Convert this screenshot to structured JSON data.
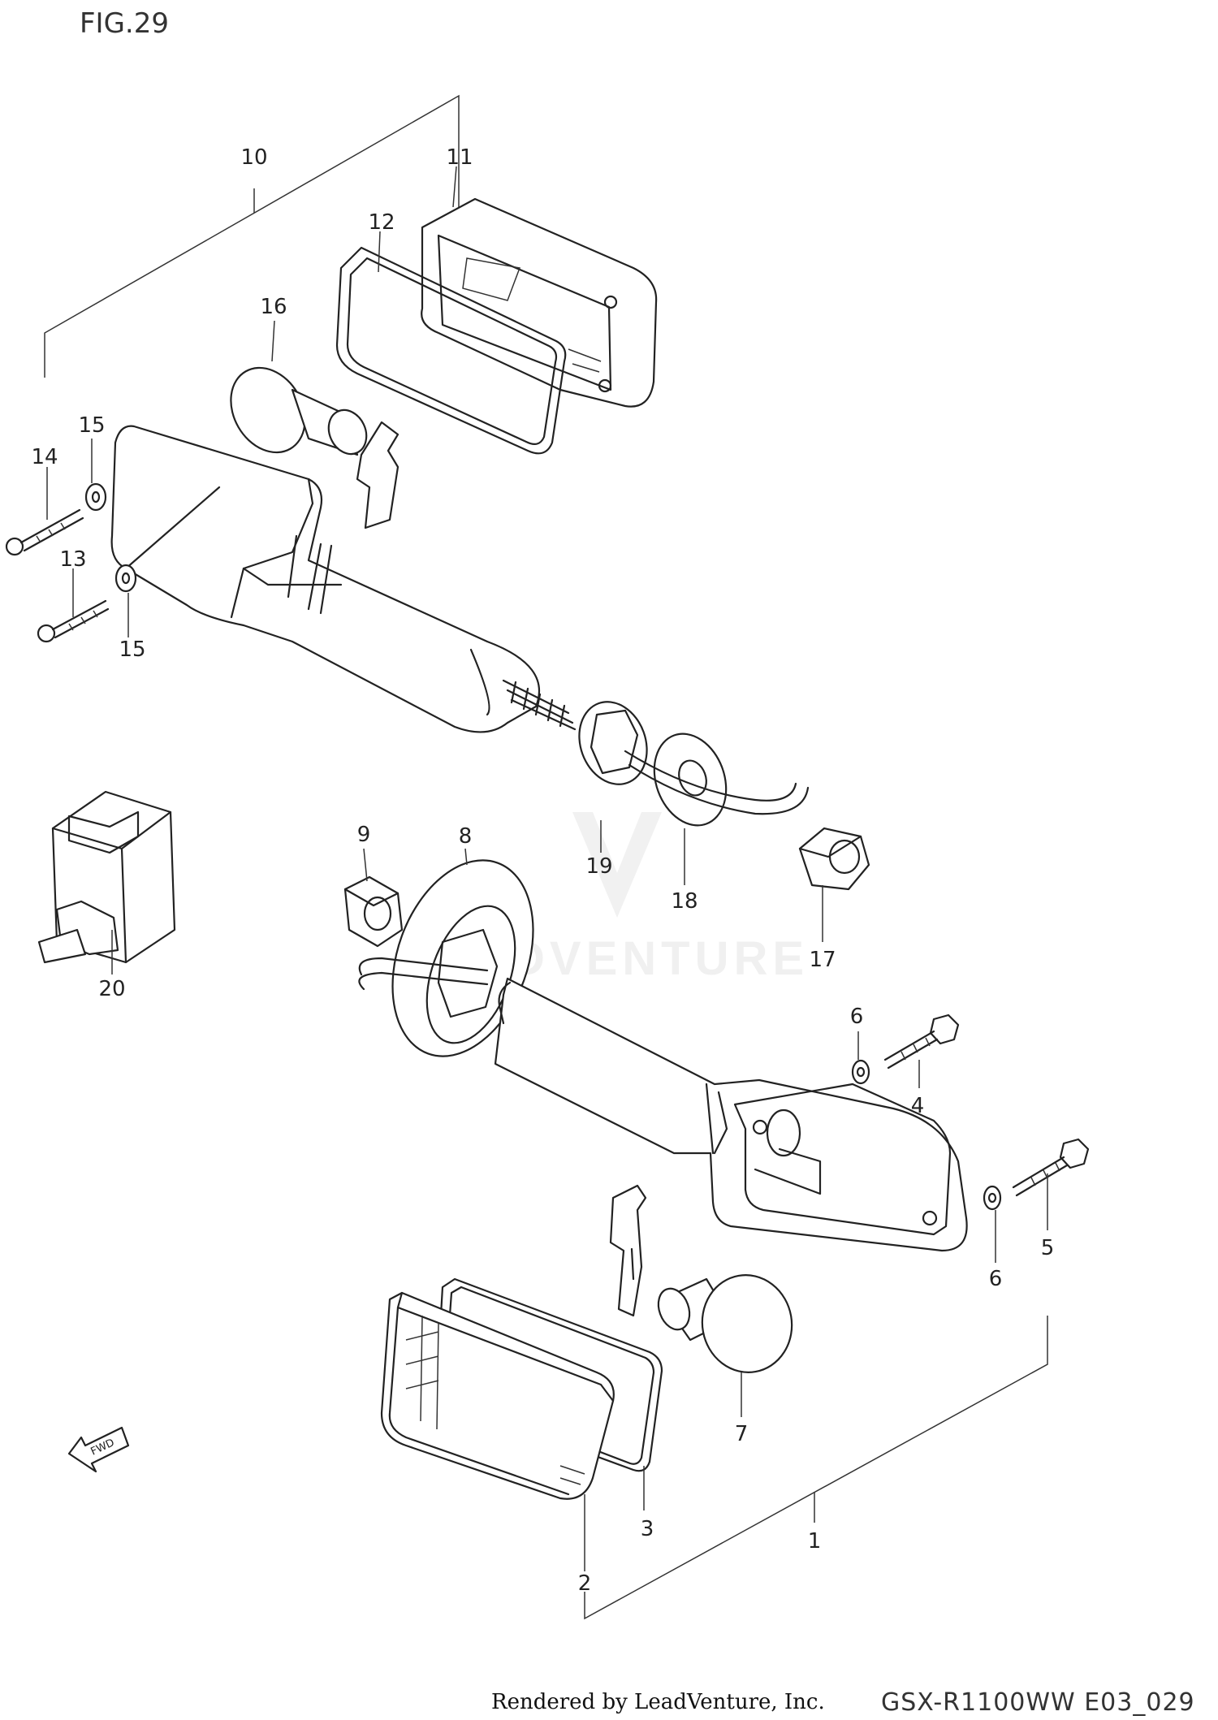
{
  "figure": {
    "title": "FIG.29"
  },
  "watermark": {
    "text": "LEADVENTURE"
  },
  "parts": [
    {
      "no": "1"
    },
    {
      "no": "2"
    },
    {
      "no": "3"
    },
    {
      "no": "4"
    },
    {
      "no": "5"
    },
    {
      "no": "6"
    },
    {
      "no": "6"
    },
    {
      "no": "7"
    },
    {
      "no": "8"
    },
    {
      "no": "9"
    },
    {
      "no": "10"
    },
    {
      "no": "11"
    },
    {
      "no": "12"
    },
    {
      "no": "13"
    },
    {
      "no": "14"
    },
    {
      "no": "15"
    },
    {
      "no": "15"
    },
    {
      "no": "16"
    },
    {
      "no": "17"
    },
    {
      "no": "18"
    },
    {
      "no": "19"
    },
    {
      "no": "20"
    }
  ],
  "fwd_label": "FWD",
  "footer": {
    "credit": "Rendered by LeadVenture, Inc.",
    "code": "GSX-R1100WW  E03_029"
  }
}
